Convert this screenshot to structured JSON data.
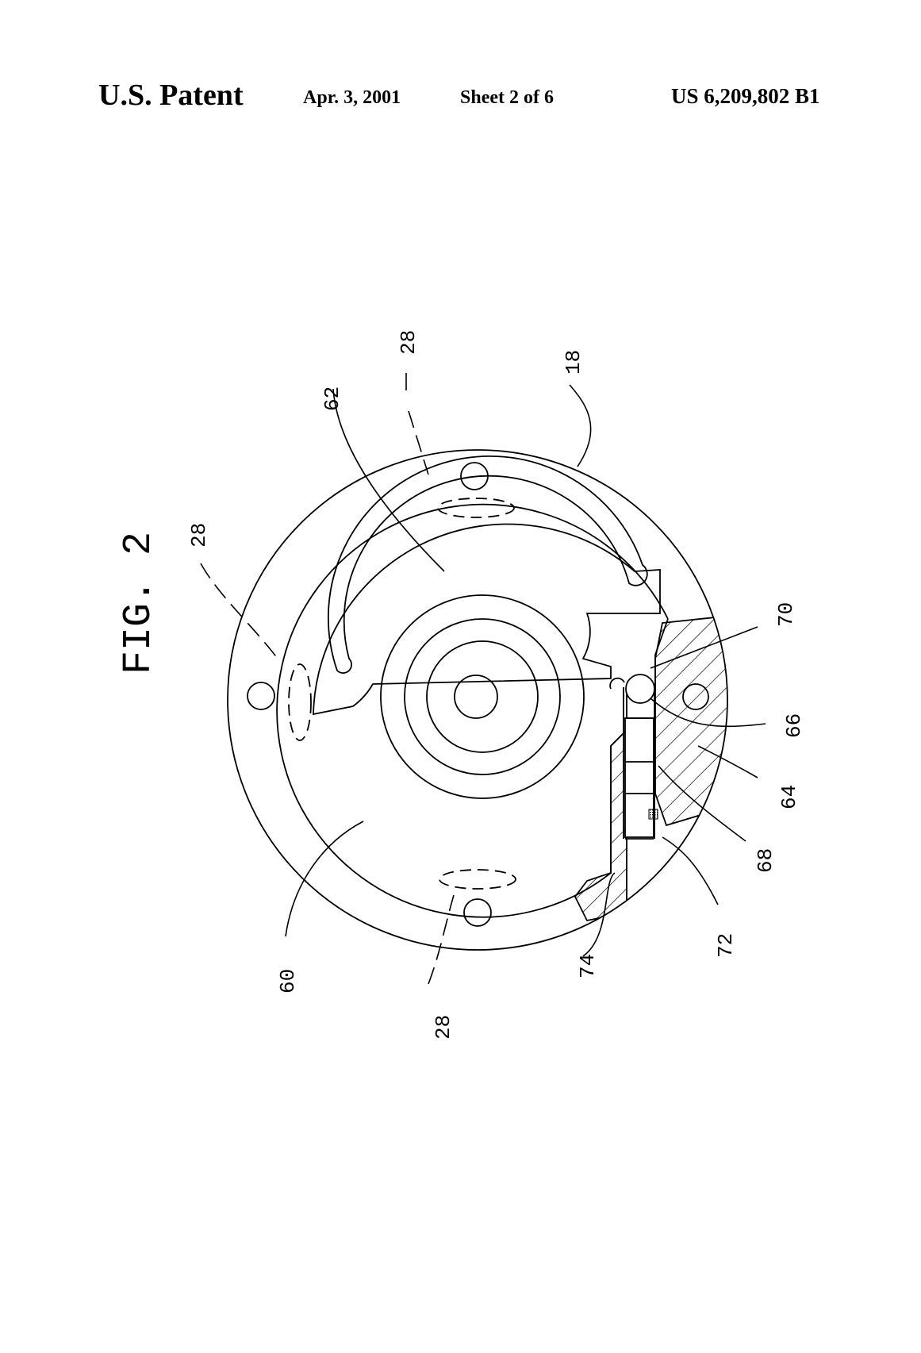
{
  "header": {
    "left": "U.S. Patent",
    "date": "Apr. 3, 2001",
    "sheet": "Sheet 2 of 6",
    "patent_number": "US 6,209,802 B1"
  },
  "figure": {
    "title": "FIG. 2",
    "labels": {
      "ref_18": "18",
      "ref_28_top": "28",
      "ref_28_left": "28",
      "ref_28_bottom": "28",
      "ref_60": "60",
      "ref_62": "62",
      "ref_64": "64",
      "ref_66": "66",
      "ref_68": "68",
      "ref_70": "70",
      "ref_72": "72",
      "ref_74": "74"
    }
  }
}
